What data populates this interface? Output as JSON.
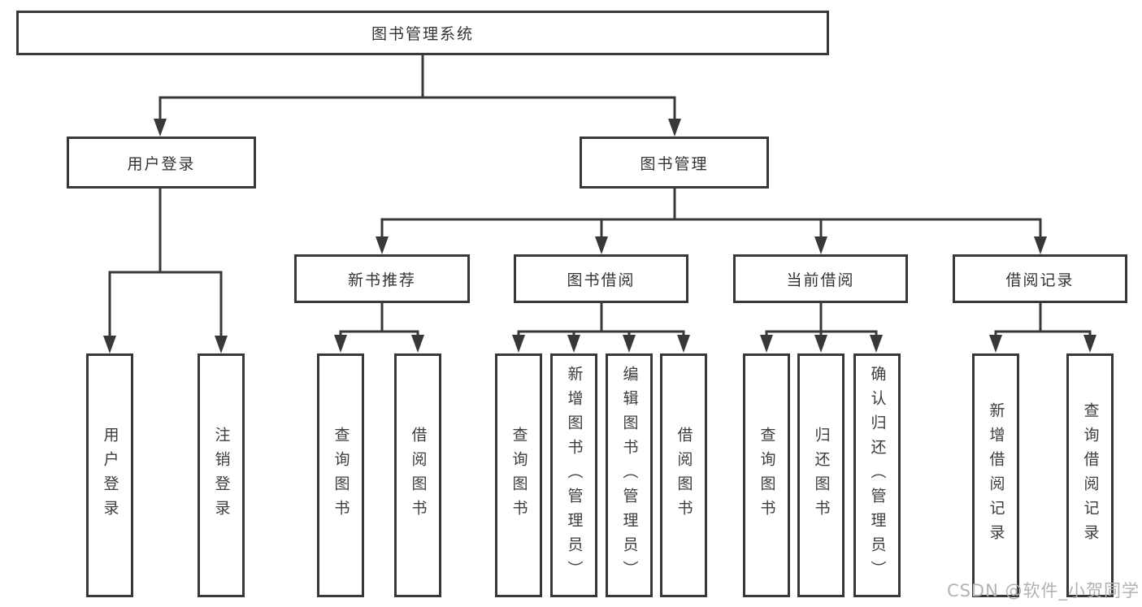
{
  "tree": {
    "root": {
      "label": "图书管理系统",
      "children": [
        {
          "label": "用户登录",
          "children": [
            {
              "label": "用户登录"
            },
            {
              "label": "注销登录"
            }
          ]
        },
        {
          "label": "图书管理",
          "children": [
            {
              "label": "新书推荐",
              "children": [
                {
                  "label": "查询图书"
                },
                {
                  "label": "借阅图书"
                }
              ]
            },
            {
              "label": "图书借阅",
              "children": [
                {
                  "label": "查询图书"
                },
                {
                  "label": "新增图书（管理员）"
                },
                {
                  "label": "编辑图书（管理员）"
                },
                {
                  "label": "借阅图书"
                }
              ]
            },
            {
              "label": "当前借阅",
              "children": [
                {
                  "label": "查询图书"
                },
                {
                  "label": "归还图书"
                },
                {
                  "label": "确认归还（管理员）"
                }
              ]
            },
            {
              "label": "借阅记录",
              "children": [
                {
                  "label": "新增借阅记录"
                },
                {
                  "label": "查询借阅记录"
                }
              ]
            }
          ]
        }
      ]
    }
  },
  "watermark": {
    "text": "CSDN @软件_小贺同学",
    "color": "#b3b1b1"
  },
  "colors": {
    "line": "#383838",
    "text": "#333333",
    "background": "#ffffff"
  }
}
